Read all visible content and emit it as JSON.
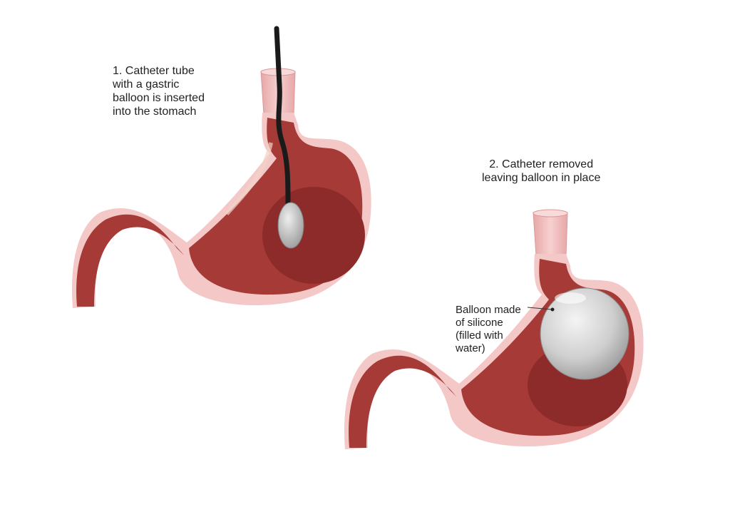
{
  "labels": {
    "step1": "1. Catheter tube\nwith a gastric\nballoon is inserted\ninto the stomach",
    "step2": "2. Catheter removed\nleaving balloon in place",
    "balloon": "Balloon made\nof silicone\n(filled with\nwater)"
  },
  "colors": {
    "stomach_outer": "#f5c8c8",
    "stomach_wall": "#a53a36",
    "stomach_inner": "#8c2b29",
    "stomach_shadow": "#6e1f1e",
    "esophagus": "#f0b4b4",
    "catheter": "#1a1a1a",
    "balloon": "#cfcfcf"
  }
}
